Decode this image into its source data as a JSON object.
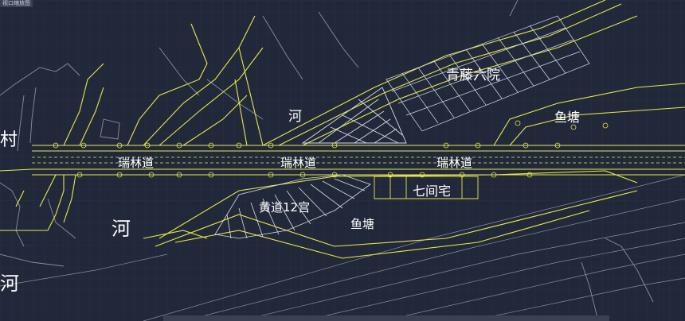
{
  "window": {
    "tab_title": "视口缩放图"
  },
  "labels": {
    "qingteng": "青藤六院",
    "he_north": "河",
    "yutang_east": "鱼塘",
    "cun": "村",
    "ruilin_1": "瑞林道",
    "ruilin_2": "瑞林道",
    "ruilin_3": "瑞林道",
    "qijianzhai": "七间宅",
    "huangdao": "黄道12宫",
    "yutang_south": "鱼塘",
    "he_west": "河",
    "he_sw": "河"
  },
  "colors": {
    "background": "#21283a",
    "grid": "#2b3347",
    "road_line": "#e8e84a",
    "building_line": "#d8dde6",
    "text": "#ffffff",
    "terrain": "#8a8f9a"
  }
}
